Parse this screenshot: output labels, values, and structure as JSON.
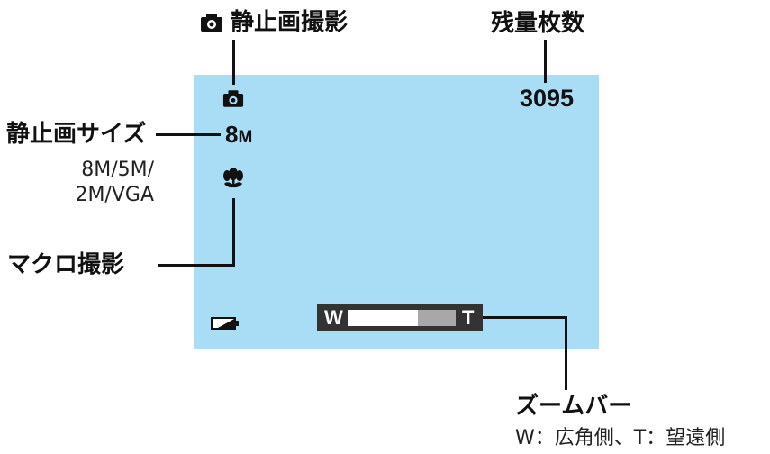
{
  "labels": {
    "still_mode": "静止画撮影",
    "remaining": "残量枚数",
    "image_size": "静止画サイズ",
    "image_size_options_line1": "8M/5M/",
    "image_size_options_line2": "2M/VGA",
    "macro": "マクロ撮影",
    "zoom_bar": "ズームバー",
    "zoom_desc": "W：広角側、T：望遠側"
  },
  "screen": {
    "shot_count": "3095",
    "size_value": "8",
    "size_unit": "M",
    "zoom_wide": "W",
    "zoom_tele": "T",
    "zoom_level": 0.35
  },
  "colors": {
    "screen_bg": "#a9dcf5",
    "zoom_bar_bg": "#333333",
    "zoom_gray": "#a8a8a8"
  },
  "icons": [
    "camera-icon",
    "macro-flower-icon",
    "battery-icon"
  ]
}
